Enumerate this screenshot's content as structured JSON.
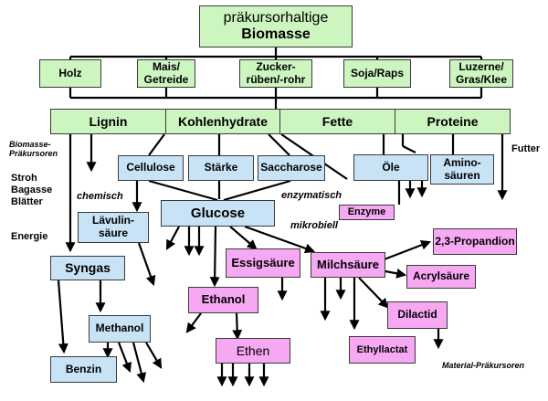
{
  "title": {
    "line1": "präkursorhaltige",
    "line2": "Biomasse"
  },
  "sources": {
    "holz": "Holz",
    "mais": {
      "l1": "Mais/",
      "l2": "Getreide"
    },
    "zucker": {
      "l1": "Zucker-",
      "l2": "rüben/-rohr"
    },
    "soja": "Soja/Raps",
    "luzerne": {
      "l1": "Luzerne/",
      "l2": "Gras/Klee"
    }
  },
  "components": {
    "lignin": "Lignin",
    "kohlenhydrate": "Kohlenhydrate",
    "fette": "Fette",
    "proteine": "Proteine"
  },
  "intermediates": {
    "cellulose": "Cellulose",
    "staerke": "Stärke",
    "saccharose": "Saccharose",
    "oele": "Öle",
    "aminosaeuren": {
      "l1": "Amino-",
      "l2": "säuren"
    },
    "laevulinsaeure": {
      "l1": "Lävulin-",
      "l2": "säure"
    },
    "glucose": "Glucose",
    "syngas": "Syngas",
    "methanol": "Methanol",
    "benzin": "Benzin"
  },
  "products": {
    "enzyme": "Enzyme",
    "essigsaeure": "Essigsäure",
    "milchsaeure": "Milchsäure",
    "propandion": "2,3-Propandion",
    "acrylsaeure": "Acrylsäure",
    "ethanol": "Ethanol",
    "dilactid": "Dilactid",
    "ethen": "Ethen",
    "ethyllactat": "Ethyllactat"
  },
  "labels": {
    "biomasse_prae": {
      "l1": "Biomasse-",
      "l2": "Präkursoren"
    },
    "stroh": "Stroh",
    "bagasse": "Bagasse",
    "blaetter": "Blätter",
    "energie": "Energie",
    "futter": "Futter",
    "chemisch": "chemisch",
    "enzymatisch": "enzymatisch",
    "mikrobiell": "mikrobiell",
    "material_prae": "Material-Präkursoren"
  },
  "colors": {
    "green": "#ccf5c0",
    "blue": "#c8e2f6",
    "pink": "#f7a8f3",
    "line": "#000000"
  }
}
